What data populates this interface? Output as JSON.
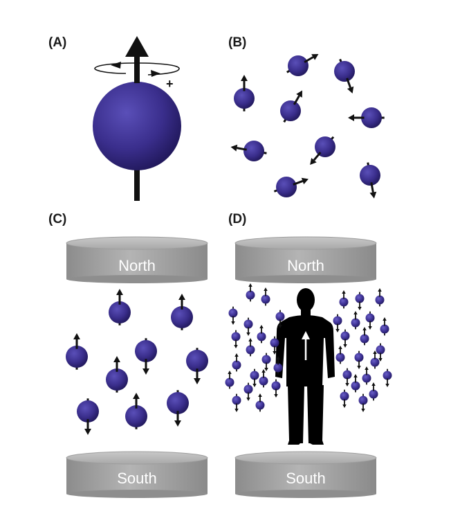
{
  "panels": {
    "a": {
      "label": "(A)",
      "rotation_sign": "+"
    },
    "b": {
      "label": "(B)"
    },
    "c": {
      "label": "(C)",
      "magnet_top": "North",
      "magnet_bottom": "South"
    },
    "d": {
      "label": "(D)",
      "magnet_top": "North",
      "magnet_bottom": "South"
    }
  },
  "colors": {
    "proton": "#3b2f8f",
    "arrow": "#111111",
    "magnet": "#9a9a9a",
    "silhouette": "#000000"
  },
  "icons": {
    "proton": "proton-sphere-icon",
    "spin-arrow": "spin-arrow-icon",
    "magnet": "magnet-pole-icon",
    "human": "human-silhouette-icon"
  }
}
